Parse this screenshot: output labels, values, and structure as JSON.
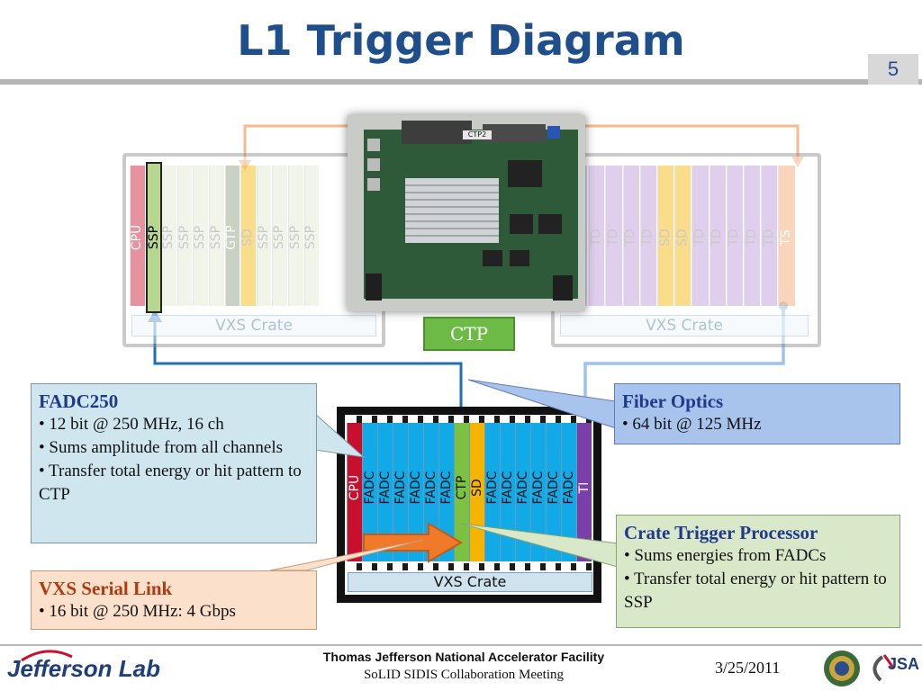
{
  "slide": {
    "title": "L1 Trigger Diagram",
    "number": "5"
  },
  "top_left_crate": {
    "slots": [
      "CPU",
      "SSP",
      "SSP",
      "SSP",
      "SSP",
      "SSP",
      "GTP",
      "SD",
      "SSP",
      "SSP",
      "SSP",
      "SSP"
    ],
    "label": "VXS Crate"
  },
  "top_right_crate": {
    "slots": [
      "TD",
      "TD",
      "TD",
      "TD",
      "TD",
      "SD",
      "SD",
      "TD",
      "TD",
      "TD",
      "TD",
      "TD",
      "TS"
    ],
    "label": "VXS Crate"
  },
  "board_photo": {
    "tag": "CTP2"
  },
  "ctp_label": "CTP",
  "bottom_crate": {
    "slots": [
      "CPU",
      "FADC",
      "FADC",
      "FADC",
      "FADC",
      "FADC",
      "FADC",
      "CTP",
      "SD",
      "FADC",
      "FADC",
      "FADC",
      "FADC",
      "FADC",
      "FADC",
      "TI"
    ],
    "label": "VXS Crate"
  },
  "callouts": {
    "fadc250": {
      "title": "FADC250",
      "bullets": [
        "• 12 bit @ 250 MHz, 16 ch",
        "• Sums amplitude from all channels",
        "• Transfer total energy or hit pattern to CTP"
      ]
    },
    "fiber": {
      "title": "Fiber Optics",
      "bullets": [
        "• 64 bit @ 125 MHz"
      ]
    },
    "ctp": {
      "title": "Crate Trigger Processor",
      "bullets": [
        "• Sums energies from FADCs",
        "• Transfer total energy or hit pattern to SSP"
      ]
    },
    "vxs": {
      "title": "VXS Serial Link",
      "bullets": [
        "• 16 bit @ 250 MHz: 4 Gbps"
      ]
    }
  },
  "footer": {
    "logo_text": "Jefferson Lab",
    "org": "Thomas Jefferson National Accelerator Facility",
    "meeting": "SoLID SIDIS Collaboration Meeting",
    "date": "3/25/2011",
    "jsa_logo": "JSA"
  },
  "colors": {
    "title": "#1f4e8c",
    "cpu": "#c8102e",
    "fadc": "#11a9e6",
    "ctp": "#7cc242",
    "sd": "#f5b400",
    "ti": "#7a3fa8",
    "ssp": "#dfe8cf",
    "td": "#b996d6",
    "ts": "#f2a36b",
    "vxs_arrow": "#f07a2a",
    "link_blue": "#1f6fb5"
  }
}
